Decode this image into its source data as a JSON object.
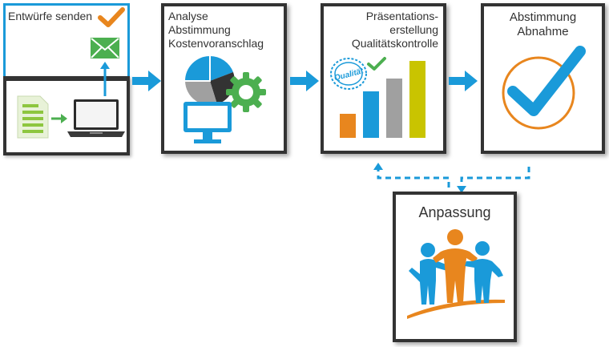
{
  "steps": [
    {
      "id": "send",
      "label": "Entwürfe senden"
    },
    {
      "id": "analysis",
      "lines": [
        "Analyse",
        "Abstimmung",
        "Kostenvoranschlag"
      ]
    },
    {
      "id": "presentation",
      "lines": [
        "Präsentations-",
        "erstellung",
        "Qualitätskontrolle"
      ],
      "stamp_text": "Qualität"
    },
    {
      "id": "approval",
      "lines": [
        "Abstimmung",
        "Abnahme"
      ]
    },
    {
      "id": "adjustment",
      "label": "Anpassung"
    }
  ],
  "colors": {
    "accent_blue": "#1a9ad9",
    "frame_dark": "#333333",
    "orange": "#e8861e",
    "green": "#4caf50",
    "lime": "#8dc63f",
    "gray": "#a0a0a0",
    "yellow": "#c9c400"
  },
  "bar_chart": {
    "values": [
      30,
      58,
      74,
      96
    ]
  }
}
